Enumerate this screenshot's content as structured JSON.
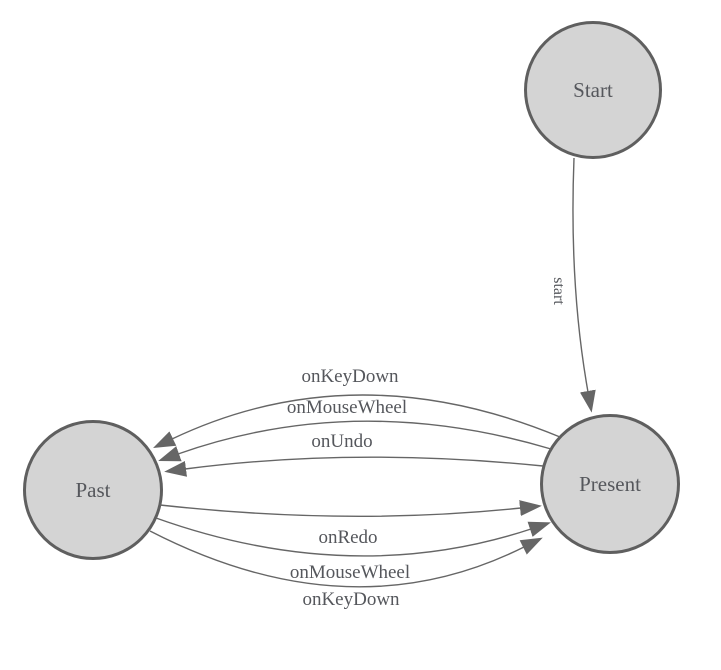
{
  "diagram": {
    "type": "state-machine",
    "colors": {
      "node_fill": "#d4d4d4",
      "node_stroke": "#5f5f5f",
      "edge_stroke": "#666666",
      "arrow_fill": "#666666",
      "label_color": "#55575c",
      "background": "#ffffff"
    },
    "nodes": [
      {
        "id": "start",
        "label": "Start"
      },
      {
        "id": "present",
        "label": "Present"
      },
      {
        "id": "past",
        "label": "Past"
      }
    ],
    "edges": [
      {
        "id": "start-to-present",
        "from": "Start",
        "to": "Present",
        "label": "start"
      },
      {
        "id": "present-to-past-onkeydown",
        "from": "Present",
        "to": "Past",
        "label": "onKeyDown"
      },
      {
        "id": "present-to-past-onmousewheel",
        "from": "Present",
        "to": "Past",
        "label": "onMouseWheel"
      },
      {
        "id": "present-to-past-onundo",
        "from": "Present",
        "to": "Past",
        "label": "onUndo"
      },
      {
        "id": "past-to-present-onredo",
        "from": "Past",
        "to": "Present",
        "label": "onRedo"
      },
      {
        "id": "past-to-present-onmousewheel",
        "from": "Past",
        "to": "Present",
        "label": "onMouseWheel"
      },
      {
        "id": "past-to-present-onkeydown",
        "from": "Past",
        "to": "Present",
        "label": "onKeyDown"
      }
    ]
  }
}
